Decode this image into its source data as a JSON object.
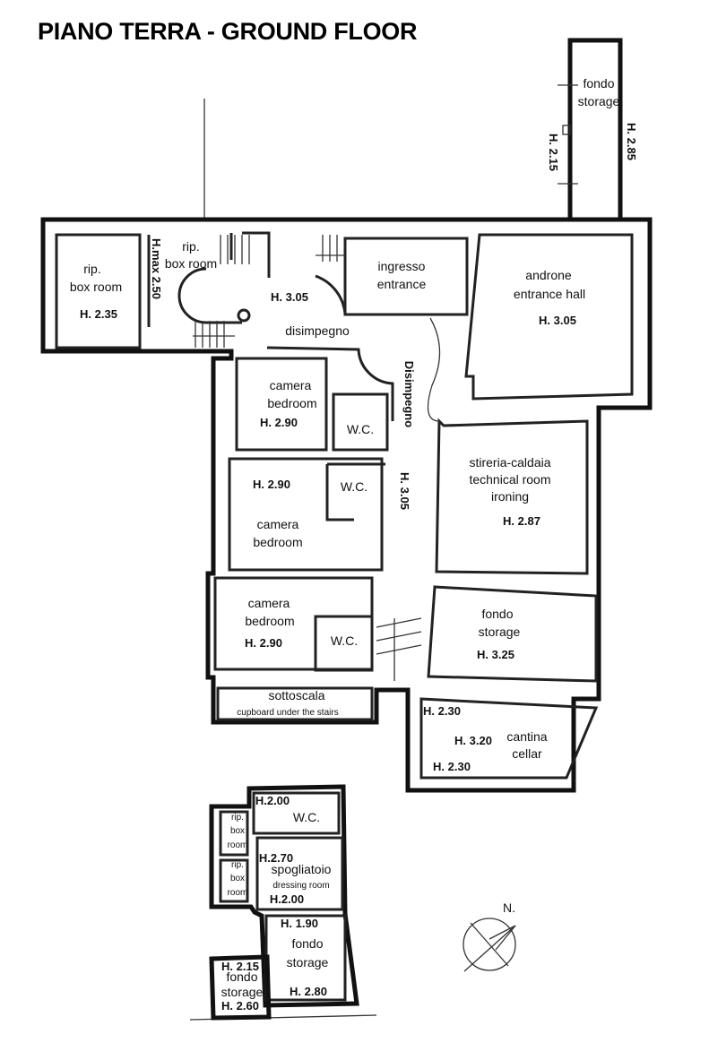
{
  "title": "PIANO TERRA - GROUND FLOOR",
  "north_label": "N.",
  "rooms": [
    {
      "id": "storage-top",
      "name": "fondo",
      "sub": "storage",
      "heights": [
        "H. 2.15",
        "H. 2.85"
      ]
    },
    {
      "id": "box-room-left",
      "name": "rip.",
      "sub": "box room",
      "heights": [
        "H. 2.35"
      ]
    },
    {
      "id": "box-room-stairs",
      "name": "rip.",
      "sub": "box room",
      "heights": [
        "H.max 2.50"
      ]
    },
    {
      "id": "hall",
      "name": "disimpegno",
      "heights": [
        "H. 3.05"
      ]
    },
    {
      "id": "entrance",
      "name": "ingresso",
      "sub": "entrance"
    },
    {
      "id": "entrance-hall",
      "name": "androne",
      "sub": "entrance hall",
      "heights": [
        "H. 3.05"
      ]
    },
    {
      "id": "bedroom-1",
      "name": "camera",
      "sub": "bedroom",
      "heights": [
        "H. 2.90"
      ],
      "wc": "W.C."
    },
    {
      "id": "corridor",
      "name": "Disimpegno",
      "heights": [
        "H. 3.05"
      ]
    },
    {
      "id": "bedroom-2",
      "name": "camera",
      "sub": "bedroom",
      "heights": [
        "H. 2.90"
      ],
      "wc": "W.C."
    },
    {
      "id": "technical-room",
      "name": "stireria-caldaia",
      "sub": "technical room",
      "sub2": "ironing",
      "heights": [
        "H. 2.87"
      ]
    },
    {
      "id": "bedroom-3",
      "name": "camera",
      "sub": "bedroom",
      "heights": [
        "H. 2.90"
      ],
      "wc": "W.C."
    },
    {
      "id": "storage-mid",
      "name": "fondo",
      "sub": "storage",
      "heights": [
        "H. 3.25"
      ]
    },
    {
      "id": "under-stairs",
      "name": "sottoscala",
      "sub": "cupboard under the stairs"
    },
    {
      "id": "cellar",
      "name": "cantina",
      "sub": "cellar",
      "heights": [
        "H. 2.30",
        "H. 3.20",
        "H. 2.30"
      ]
    },
    {
      "id": "annex-wc",
      "name": "W.C.",
      "heights": [
        "H.2.00"
      ]
    },
    {
      "id": "annex-box-1",
      "name": "rip.",
      "sub": "box",
      "sub2": "room"
    },
    {
      "id": "annex-box-2",
      "name": "rip.",
      "sub": "box",
      "sub2": "room"
    },
    {
      "id": "dressing-room",
      "name": "spogliatoio",
      "sub": "dressing room",
      "heights": [
        "H.2.70",
        "H.2.00"
      ]
    },
    {
      "id": "annex-storage",
      "name": "fondo",
      "sub": "storage",
      "heights": [
        "H. 1.90",
        "H. 2.80"
      ]
    },
    {
      "id": "annex-storage-small",
      "name": "fondo",
      "sub": "storage",
      "heights": [
        "H. 2.15",
        "H. 2.60"
      ]
    }
  ]
}
